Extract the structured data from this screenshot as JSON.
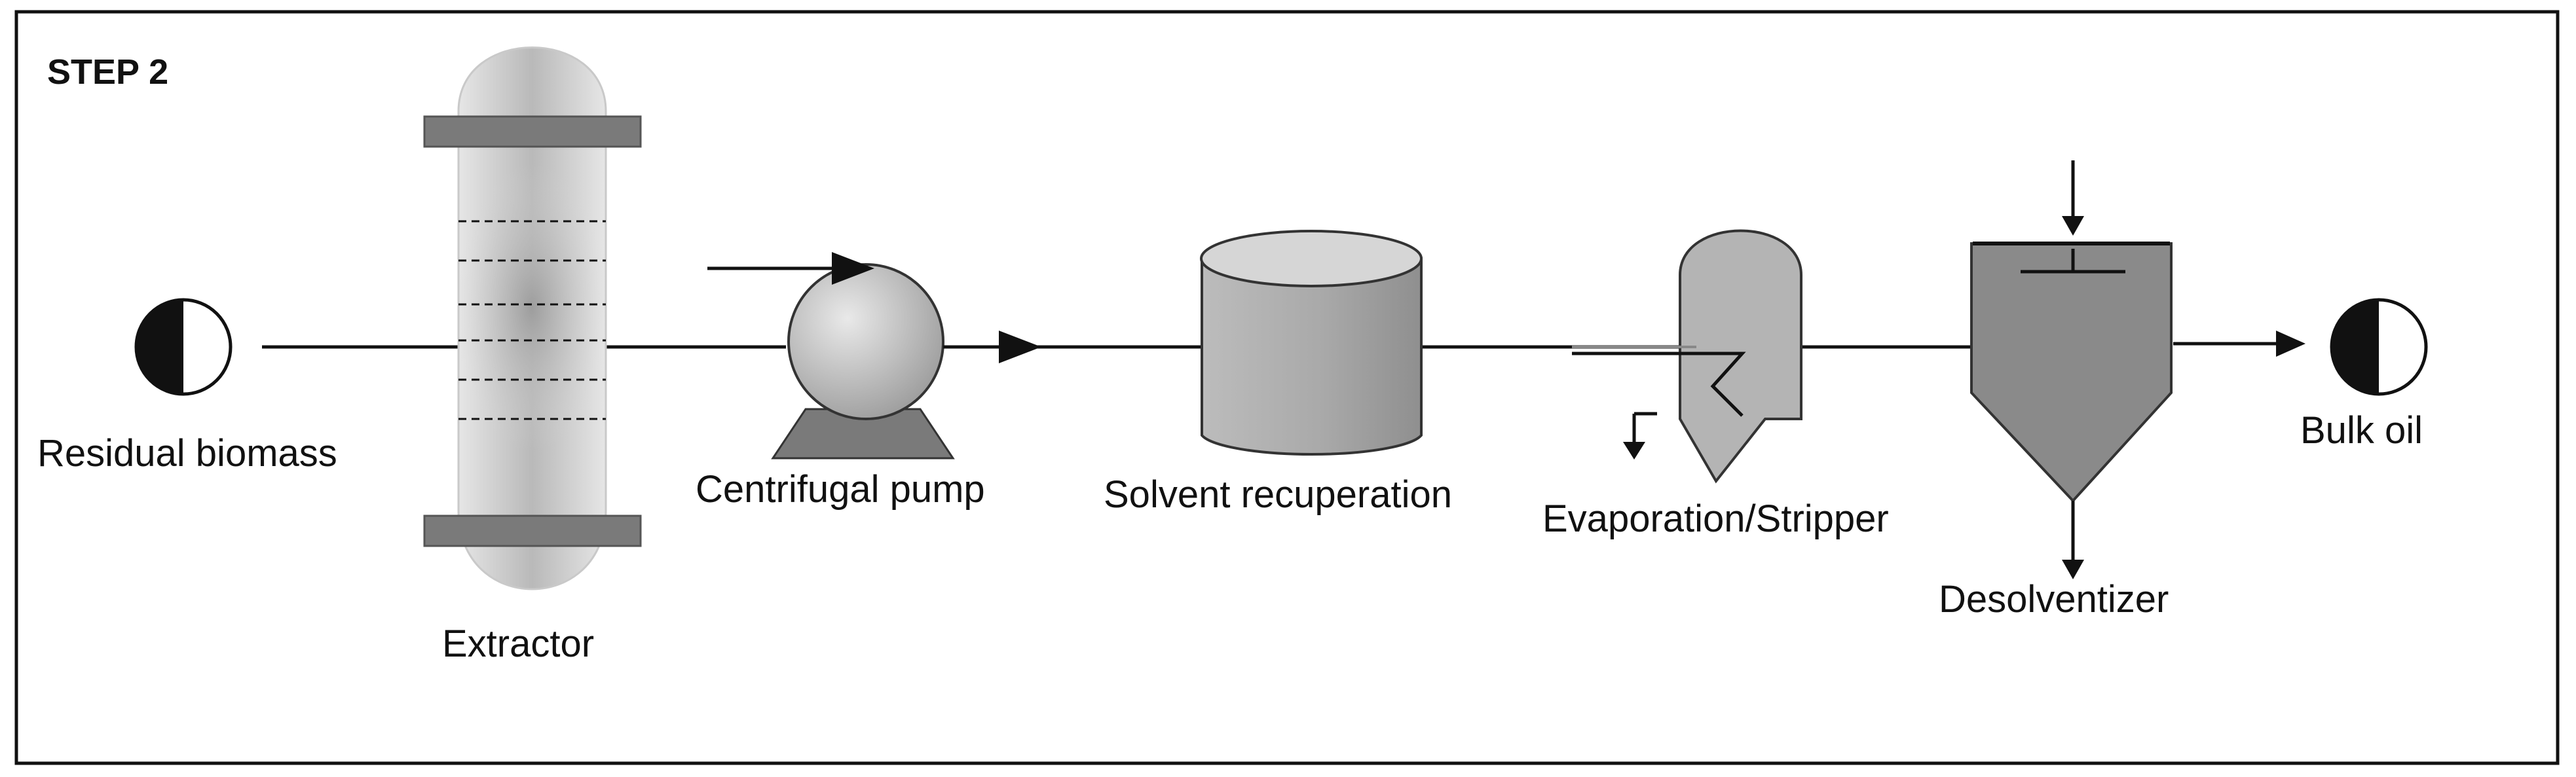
{
  "step_label": "STEP 2",
  "stages": [
    {
      "label": "Residual biomass",
      "icon": "half-filled-circle-icon"
    },
    {
      "label": "Extractor",
      "icon": "extraction-column-icon"
    },
    {
      "label": "Centrifugal pump",
      "icon": "centrifugal-pump-icon"
    },
    {
      "label": "Solvent recuperation",
      "icon": "cylindrical-tank-icon"
    },
    {
      "label": "Evaporation/Stripper",
      "icon": "stripper-vessel-icon"
    },
    {
      "label": "Desolventizer",
      "icon": "conical-hopper-icon"
    },
    {
      "label": "Bulk oil",
      "icon": "half-filled-circle-icon"
    }
  ],
  "colors": {
    "frame": "#111111",
    "vessel_fill": "#b4b4b4",
    "desolventizer_fill": "#8a8a8a",
    "column_fill": "#d9d9d9",
    "flange_fill": "#7a7a7a",
    "pump_fill": "#bdbdbd",
    "pump_base": "#7a7a7a"
  }
}
